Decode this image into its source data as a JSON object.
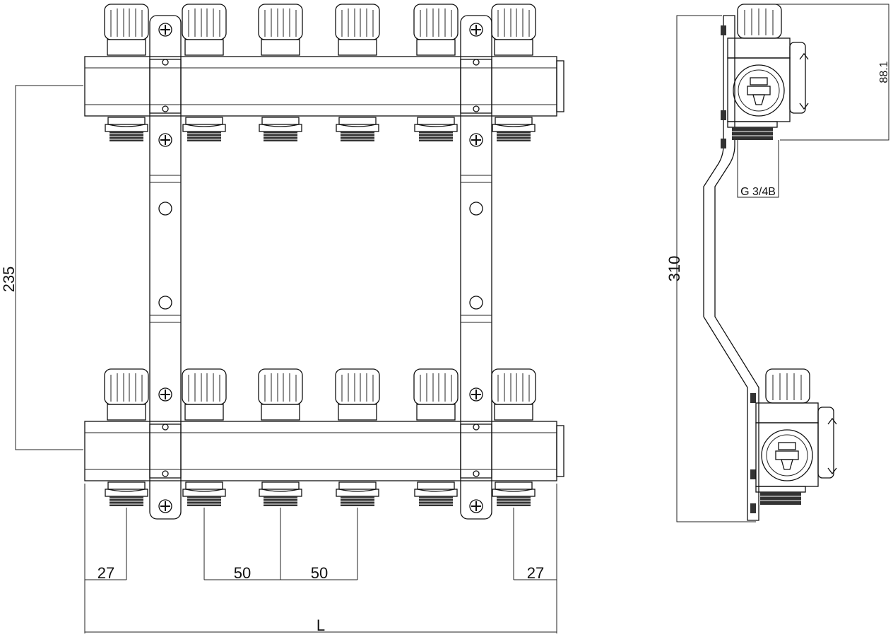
{
  "dimensions": {
    "height_total": "235",
    "edge_left": "27",
    "pitch_1": "50",
    "pitch_2": "50",
    "edge_right": "27",
    "length": "L",
    "side_height": "310",
    "side_depth": "88.1",
    "thread": "G 3/4B"
  }
}
